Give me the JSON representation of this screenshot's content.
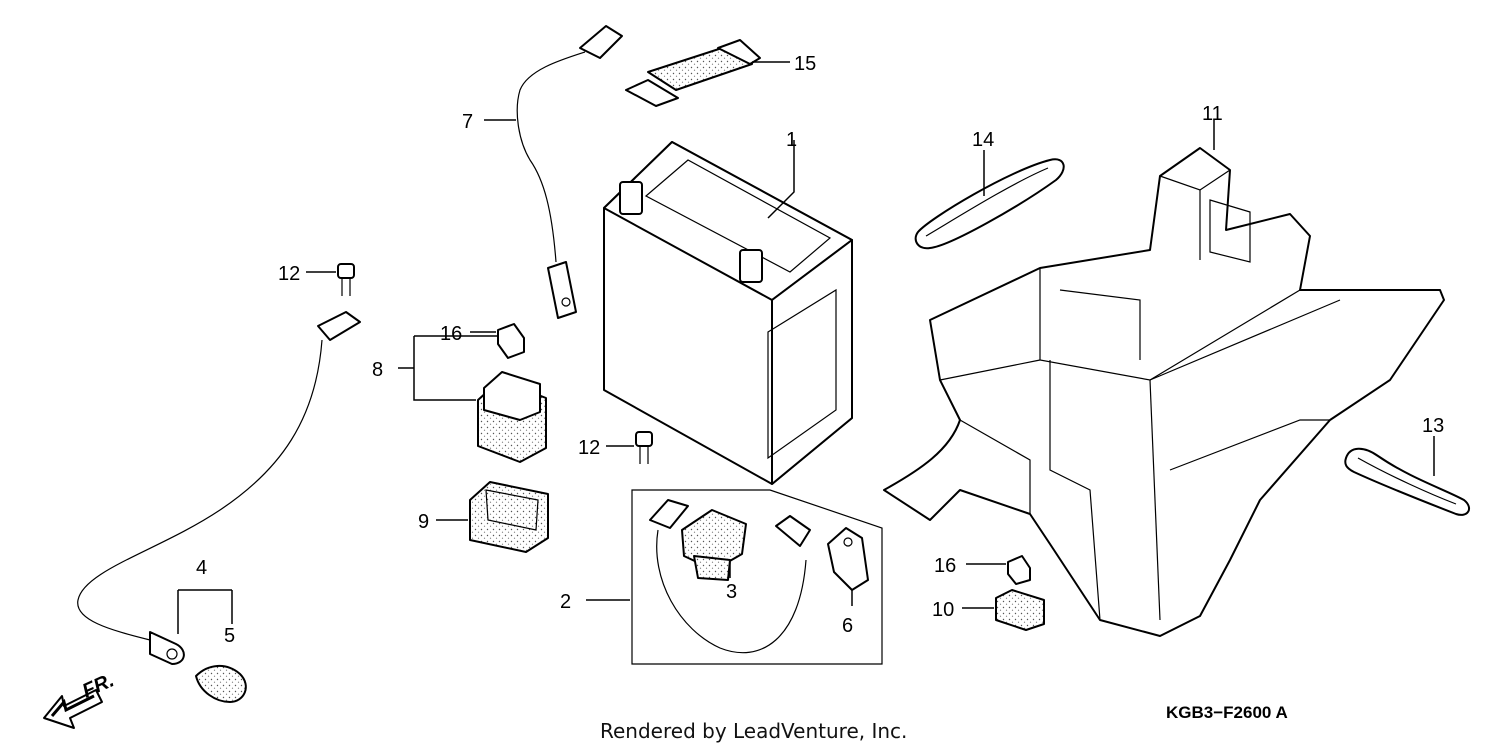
{
  "callouts": [
    {
      "id": "c1",
      "label": "1"
    },
    {
      "id": "c2",
      "label": "2"
    },
    {
      "id": "c3",
      "label": "3"
    },
    {
      "id": "c4",
      "label": "4"
    },
    {
      "id": "c5",
      "label": "5"
    },
    {
      "id": "c6",
      "label": "6"
    },
    {
      "id": "c7",
      "label": "7"
    },
    {
      "id": "c8",
      "label": "8"
    },
    {
      "id": "c9",
      "label": "9"
    },
    {
      "id": "c10",
      "label": "10"
    },
    {
      "id": "c11",
      "label": "11"
    },
    {
      "id": "c12a",
      "label": "12"
    },
    {
      "id": "c12b",
      "label": "12"
    },
    {
      "id": "c13",
      "label": "13"
    },
    {
      "id": "c14",
      "label": "14"
    },
    {
      "id": "c15",
      "label": "15"
    },
    {
      "id": "c16a",
      "label": "16"
    },
    {
      "id": "c16b",
      "label": "16"
    }
  ],
  "direction_label": "FR.",
  "diagram_code": "KGB3−F2600 A",
  "credit": "Rendered by LeadVenture, Inc."
}
